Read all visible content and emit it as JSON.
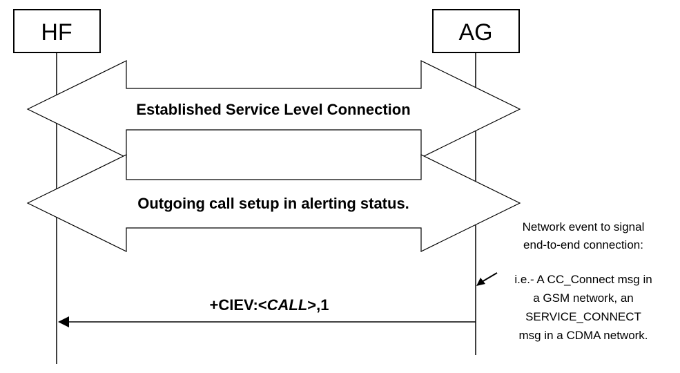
{
  "participants": {
    "left": "HF",
    "right": "AG"
  },
  "phases": {
    "first": "Established Service Level Connection",
    "second": "Outgoing call setup in alerting status."
  },
  "message": {
    "prefix": "+CIEV:<",
    "param": "CALL",
    "suffix": ">,1"
  },
  "note_event": {
    "line1": "Network event to signal",
    "line2": "end-to-end connection:"
  },
  "note_example": {
    "line1": "i.e.- A CC_Connect msg in",
    "line2": "a GSM network, an",
    "line3": "SERVICE_CONNECT",
    "line4": "msg in a CDMA network."
  }
}
